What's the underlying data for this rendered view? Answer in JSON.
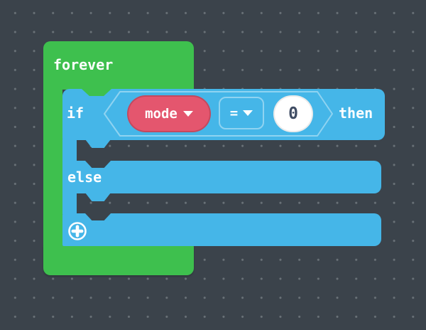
{
  "workspace": {
    "bg_color": "#3b434b",
    "dot_color": "#6a7278"
  },
  "forever_block": {
    "label": "forever",
    "color": "#3ec04e"
  },
  "if_block": {
    "color": "#45b6e8",
    "if_label": "if",
    "then_label": "then",
    "else_label": "else",
    "condition": {
      "variable_dropdown": {
        "label": "mode",
        "color": "#e4566e"
      },
      "operator_dropdown": {
        "label": "="
      },
      "value_field": {
        "label": "0",
        "text_color": "#3f4c63"
      }
    }
  }
}
